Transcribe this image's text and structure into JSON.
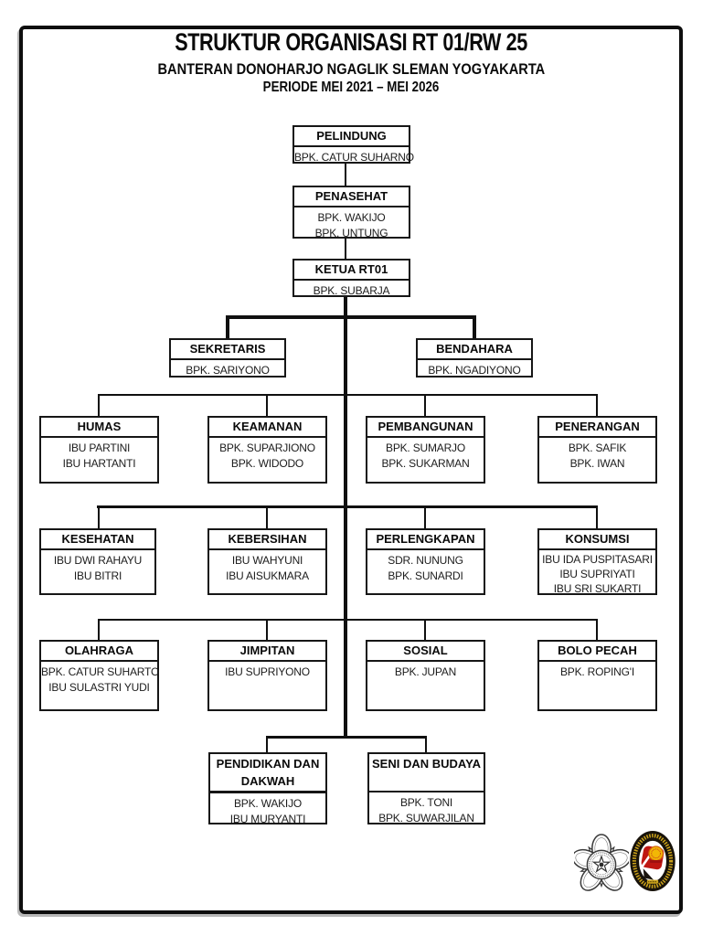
{
  "header": {
    "title": "STRUKTUR ORGANISASI RT 01/RW 25",
    "subtitle": "BANTERAN DONOHARJO NGAGLIK SLEMAN YOGYAKARTA",
    "period": "PERIODE MEI 2021 – MEI 2026"
  },
  "nodes": {
    "pelindung": {
      "title": "PELINDUNG",
      "m1": "BPK. CATUR SUHARNO"
    },
    "penasehat": {
      "title": "PENASEHAT",
      "m1": "BPK. WAKIJO",
      "m2": "BPK. UNTUNG"
    },
    "ketua": {
      "title": "KETUA RT01",
      "m1": "BPK. SUBARJA"
    },
    "sekretaris": {
      "title": "SEKRETARIS",
      "m1": "BPK. SARIYONO"
    },
    "bendahara": {
      "title": "BENDAHARA",
      "m1": "BPK. NGADIYONO"
    },
    "humas": {
      "title": "HUMAS",
      "m1": "IBU PARTINI",
      "m2": "IBU HARTANTI"
    },
    "keamanan": {
      "title": "KEAMANAN",
      "m1": "BPK. SUPARJIONO",
      "m2": "BPK. WIDODO"
    },
    "pembangunan": {
      "title": "PEMBANGUNAN",
      "m1": "BPK. SUMARJO",
      "m2": "BPK. SUKARMAN"
    },
    "penerangan": {
      "title": "PENERANGAN",
      "m1": "BPK. SAFIK",
      "m2": "BPK. IWAN"
    },
    "kesehatan": {
      "title": "KESEHATAN",
      "m1": "IBU DWI RAHAYU",
      "m2": "IBU BITRI"
    },
    "kebersihan": {
      "title": "KEBERSIHAN",
      "m1": "IBU WAHYUNI",
      "m2": "IBU AISUKMARA"
    },
    "perlengkapan": {
      "title": "PERLENGKAPAN",
      "m1": "SDR. NUNUNG",
      "m2": "BPK. SUNARDI"
    },
    "konsumsi": {
      "title": "KONSUMSI",
      "m1": "IBU IDA PUSPITASARI",
      "m2": "IBU SUPRIYATI",
      "m3": "IBU SRI SUKARTI"
    },
    "olahraga": {
      "title": "OLAHRAGA",
      "m1": "BPK. CATUR SUHARTO",
      "m2": "IBU SULASTRI YUDI"
    },
    "jimpitan": {
      "title": "JIMPITAN",
      "m1": "IBU SUPRIYONO"
    },
    "sosial": {
      "title": "SOSIAL",
      "m1": "BPK. JUPAN"
    },
    "bolo_pecah": {
      "title": "BOLO PECAH",
      "m1": "BPK. ROPING'I"
    },
    "pendidikan": {
      "t1": "PENDIDIKAN DAN",
      "t2": "DAKWAH",
      "m1": "BPK. WAKIJO",
      "m2": "IBU MURYANTI"
    },
    "seni": {
      "title": "SENI DAN BUDAYA",
      "m1": "BPK. TONI",
      "m2": "BPK. SUWARJILAN"
    }
  },
  "logos": {
    "left_emblem": "university-lotus-emblem",
    "right_emblem": "red-yellow-oval-service-emblem"
  }
}
